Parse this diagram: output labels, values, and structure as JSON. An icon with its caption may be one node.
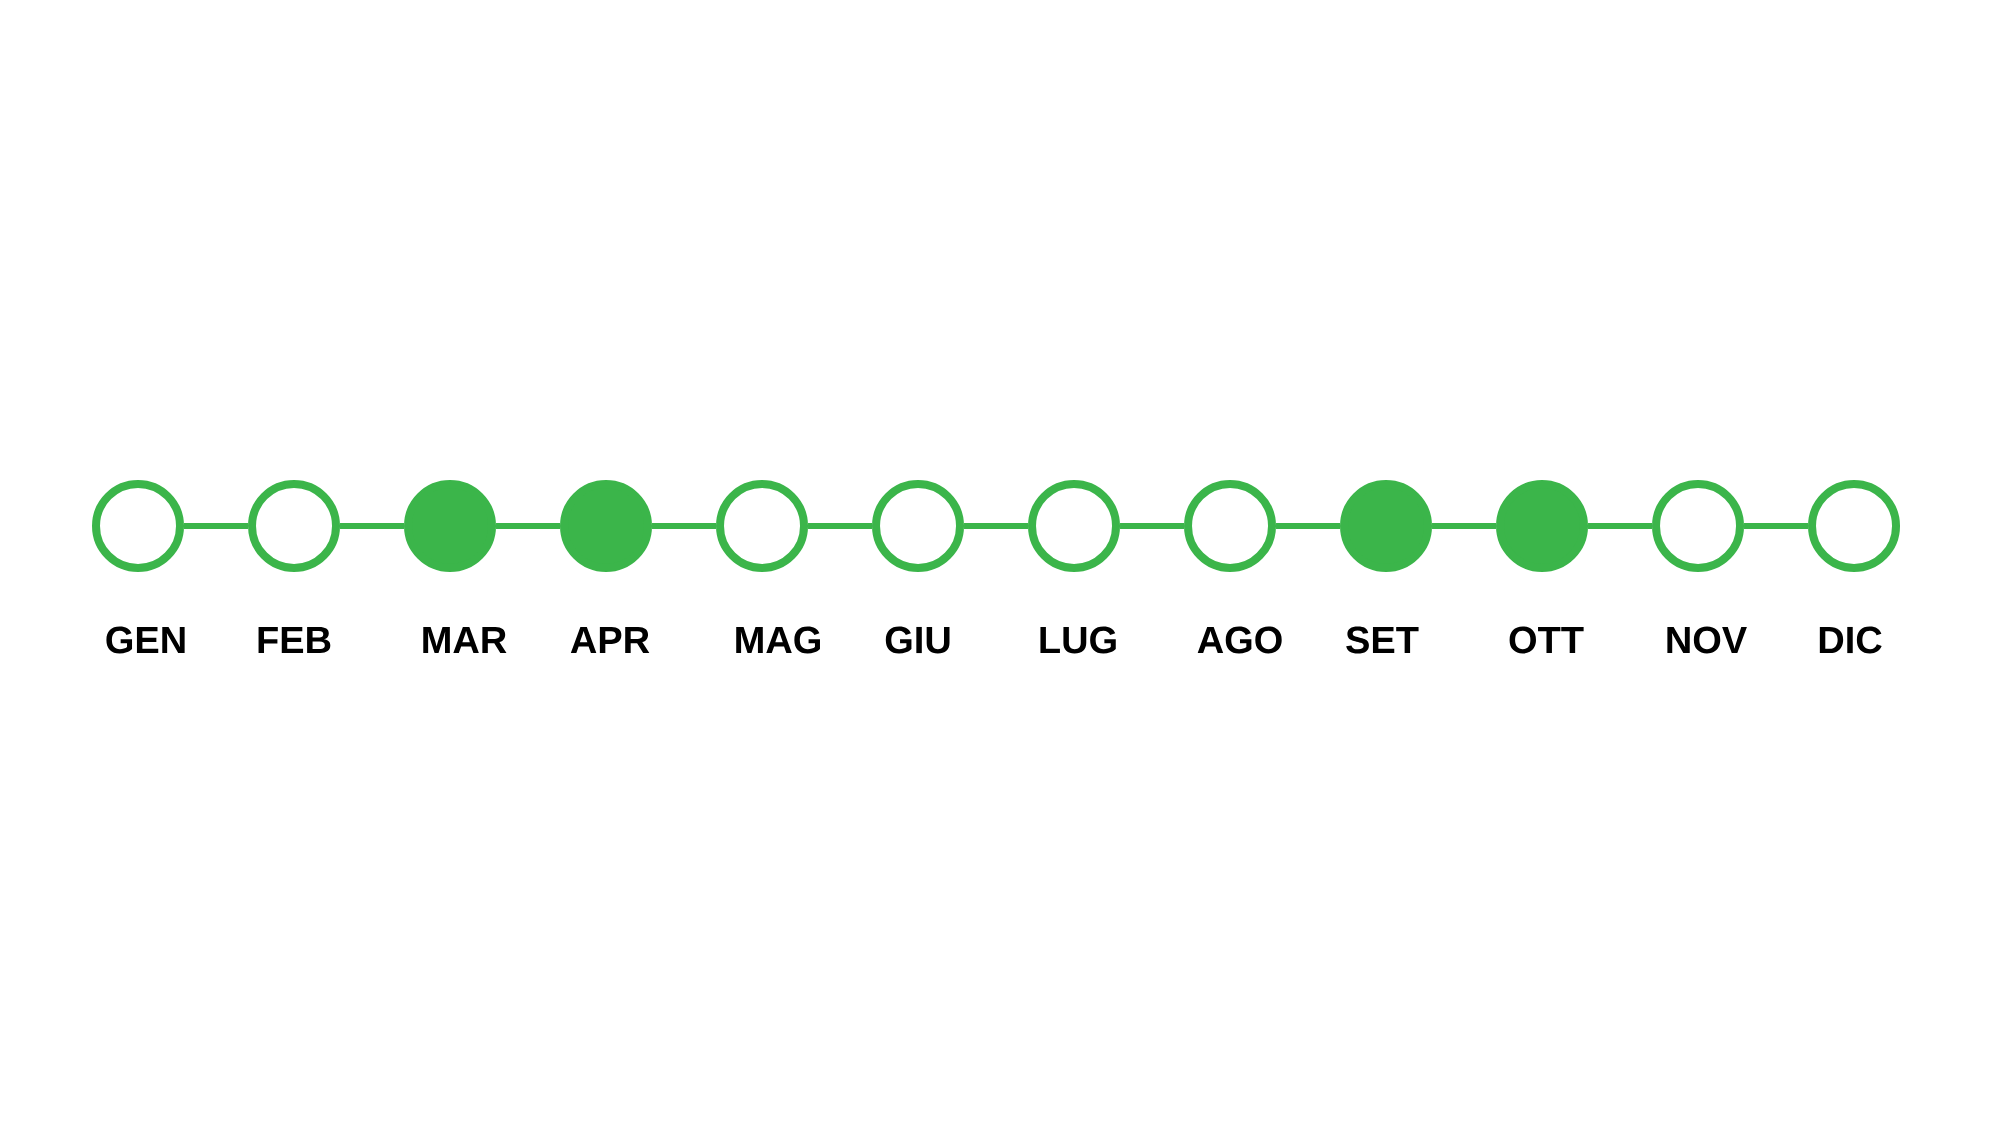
{
  "diagram": {
    "nodes": [
      {
        "text": [],
        "shape": "circle",
        "beside": [
          "GEN"
        ]
      },
      {
        "text": [],
        "shape": "circle",
        "beside": [
          "FEB"
        ]
      },
      {
        "text": [],
        "shape": "dot",
        "beside": [
          "MAR"
        ]
      },
      {
        "text": [],
        "shape": "dot",
        "beside": [
          "APR"
        ]
      },
      {
        "text": [],
        "shape": "circle",
        "beside": [
          "MAG"
        ]
      },
      {
        "text": [],
        "shape": "circle",
        "beside": [
          "GIU"
        ]
      },
      {
        "text": [],
        "shape": "circle",
        "beside": [
          "LUG"
        ]
      },
      {
        "text": [],
        "shape": "circle",
        "beside": [
          "AGO"
        ]
      },
      {
        "text": [],
        "shape": "dot",
        "beside": [
          "SET"
        ]
      },
      {
        "text": [],
        "shape": "dot",
        "beside": [
          "OTT"
        ]
      },
      {
        "text": [],
        "shape": "circle",
        "beside": [
          "NOV"
        ]
      },
      {
        "text": [],
        "shape": "circle",
        "beside": [
          "DIC"
        ]
      }
    ],
    "edges": [
      {
        "from": 0,
        "to": 1,
        "arrow": "none"
      },
      {
        "from": 1,
        "to": 2,
        "arrow": "none"
      },
      {
        "from": 2,
        "to": 3,
        "arrow": "none"
      },
      {
        "from": 3,
        "to": 4,
        "arrow": "none"
      },
      {
        "from": 4,
        "to": 5,
        "arrow": "none"
      },
      {
        "from": 5,
        "to": 6,
        "arrow": "none"
      },
      {
        "from": 6,
        "to": 7,
        "arrow": "none"
      },
      {
        "from": 7,
        "to": 8,
        "arrow": "none"
      },
      {
        "from": 8,
        "to": 9,
        "arrow": "none"
      },
      {
        "from": 9,
        "to": 10,
        "arrow": "none"
      },
      {
        "from": 10,
        "to": 11,
        "arrow": "none"
      }
    ]
  }
}
